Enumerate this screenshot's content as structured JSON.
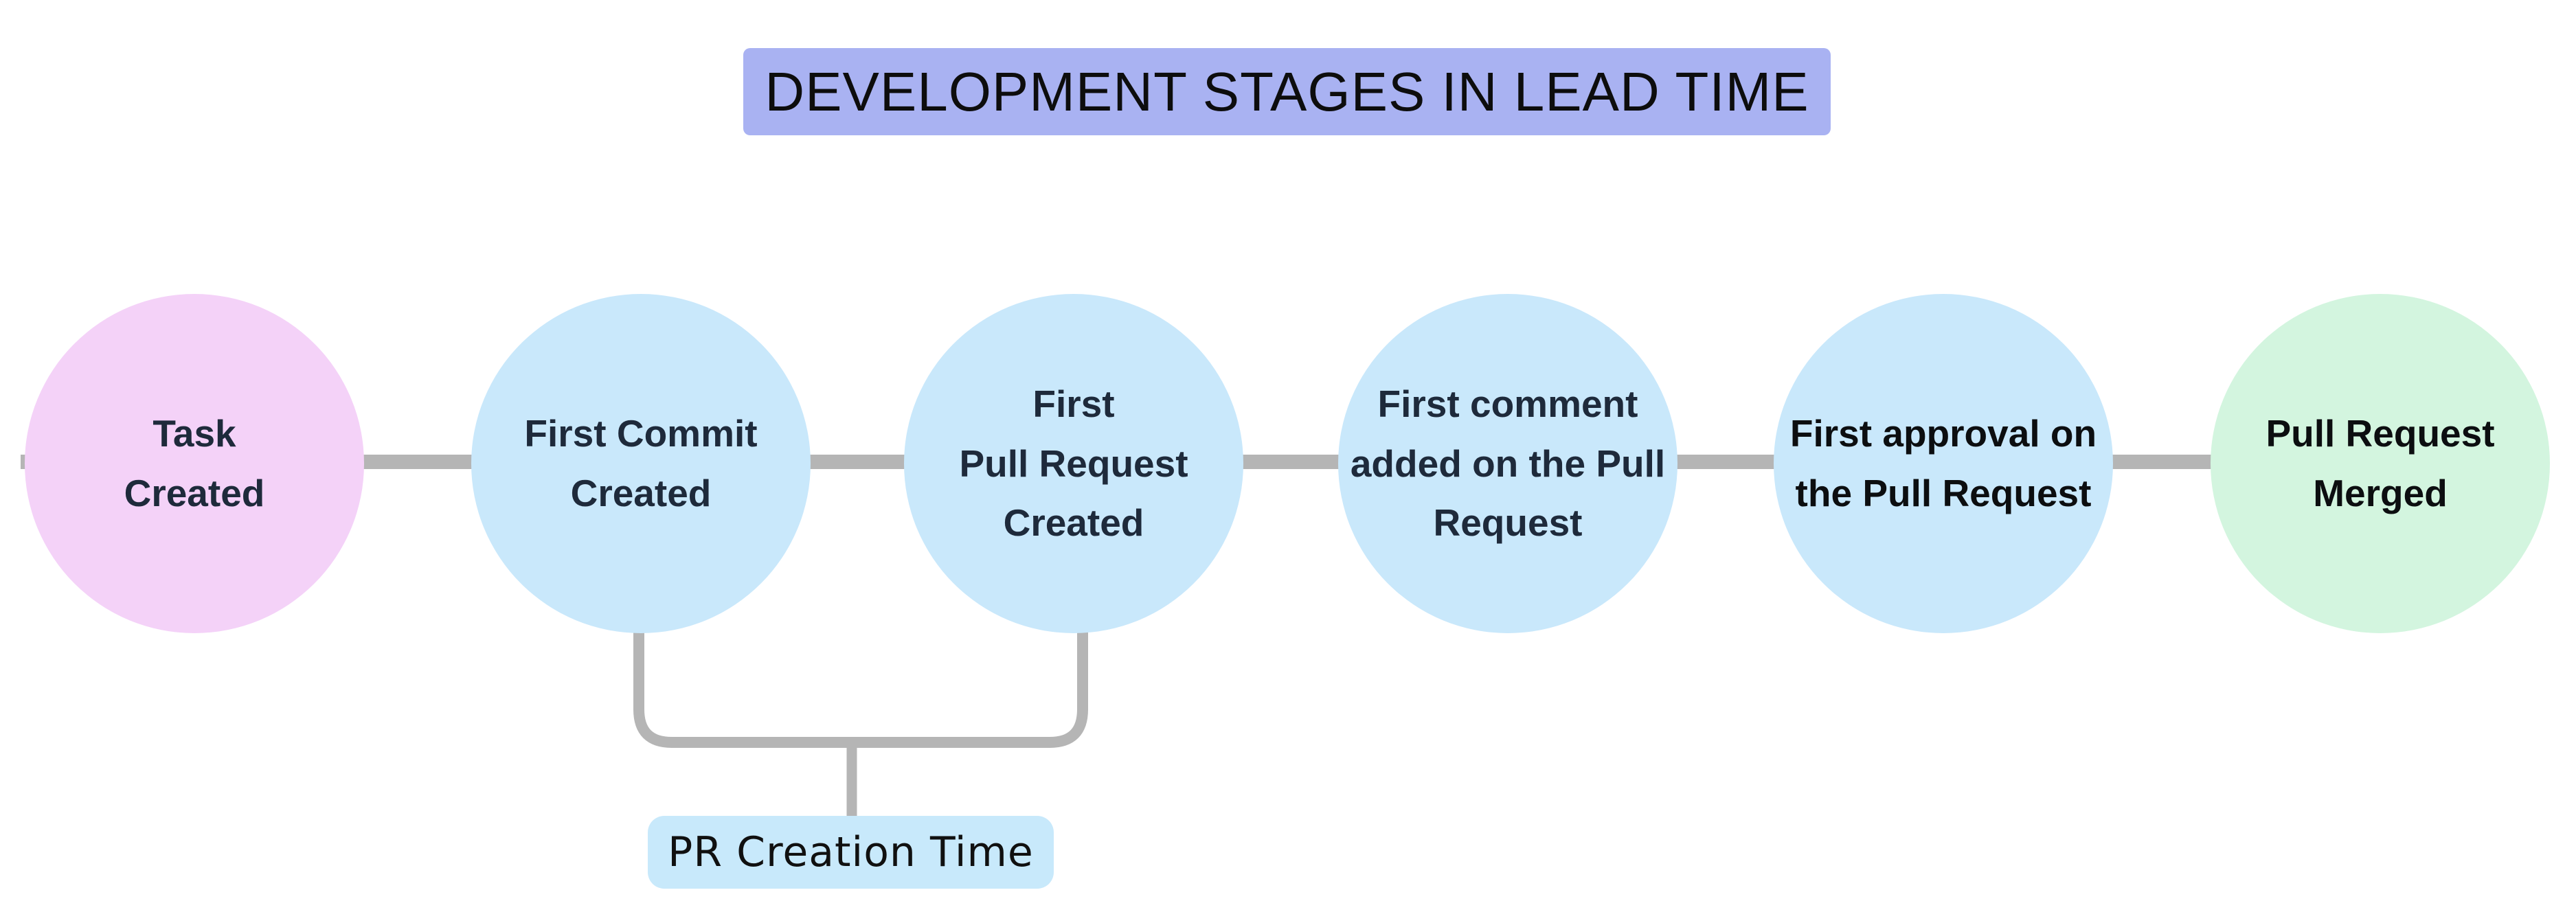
{
  "title": {
    "text": "DEVELOPMENT STAGES IN LEAD TIME",
    "bg_color": "#a9b2f2",
    "text_color": "#0d0d0d"
  },
  "stages": [
    {
      "label": "Task\nCreated",
      "fill": "#f4d2f8",
      "text_color": "#1e2a3b"
    },
    {
      "label": "First Commit\nCreated",
      "fill": "#c9e8fb",
      "text_color": "#1e2a3b"
    },
    {
      "label": "First\nPull Request\nCreated",
      "fill": "#c9e8fb",
      "text_color": "#1e2a3b"
    },
    {
      "label": "First comment\nadded on the Pull\nRequest",
      "fill": "#c9e8fb",
      "text_color": "#1e2a3b"
    },
    {
      "label": "First approval on\nthe Pull Request",
      "fill": "#c9e8fb",
      "text_color": "#0c0e10"
    },
    {
      "label": "Pull Request\nMerged",
      "fill": "#d3f5df",
      "text_color": "#0c0e10"
    }
  ],
  "connector": {
    "color": "#b5b5b5"
  },
  "bracket": {
    "line_color": "#b5b5b5",
    "label": "PR Creation Time",
    "label_bg_color": "#c8e9fb",
    "label_text_color": "#101010"
  }
}
